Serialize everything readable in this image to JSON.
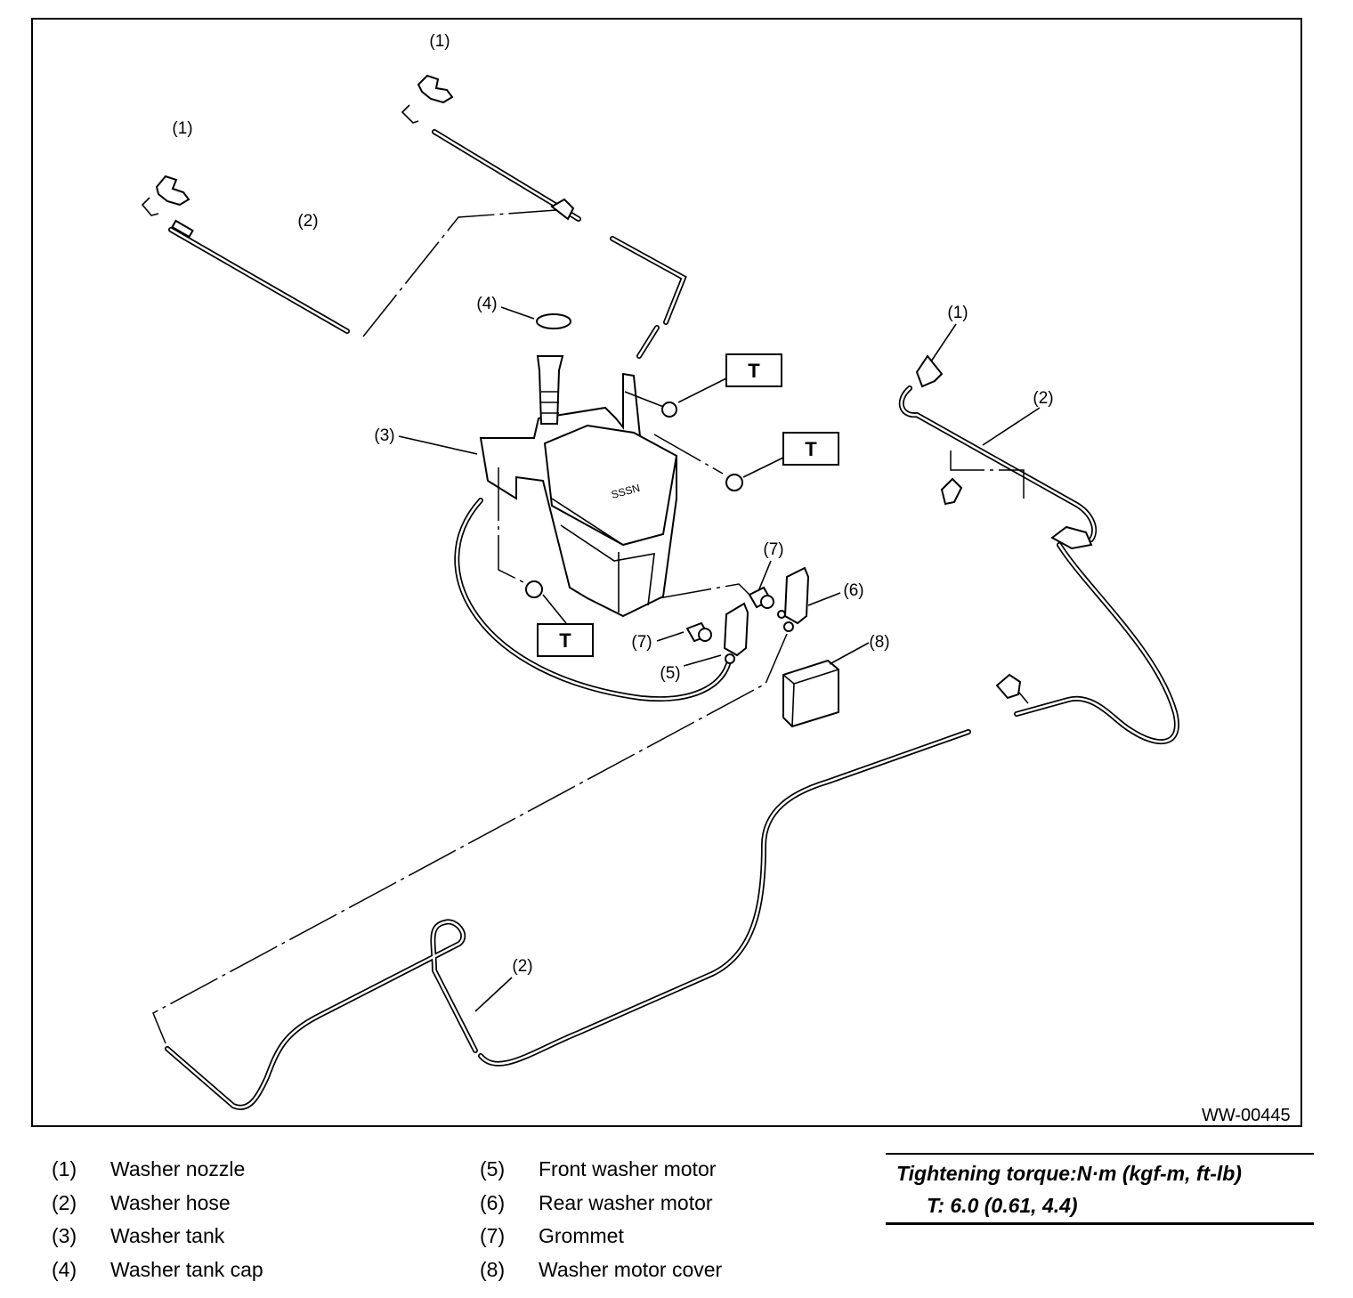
{
  "figure_id": "WW-00445",
  "callouts": {
    "c1a": "(1)",
    "c1b": "(1)",
    "c1c": "(1)",
    "c2a": "(2)",
    "c2b": "(2)",
    "c2c": "(2)",
    "c3": "(3)",
    "c4": "(4)",
    "c5": "(5)",
    "c6": "(6)",
    "c7a": "(7)",
    "c7b": "(7)",
    "c8": "(8)"
  },
  "torque_marker": "T",
  "legend": [
    {
      "num": "(1)",
      "name": "Washer nozzle"
    },
    {
      "num": "(2)",
      "name": "Washer hose"
    },
    {
      "num": "(3)",
      "name": "Washer tank"
    },
    {
      "num": "(4)",
      "name": "Washer tank cap"
    },
    {
      "num": "(5)",
      "name": "Front washer motor"
    },
    {
      "num": "(6)",
      "name": "Rear washer motor"
    },
    {
      "num": "(7)",
      "name": "Grommet"
    },
    {
      "num": "(8)",
      "name": "Washer motor cover"
    }
  ],
  "torque": {
    "title": "Tightening torque:N·m (kgf-m, ft-lb)",
    "value": "T:   6.0 (0.61, 4.4)"
  }
}
